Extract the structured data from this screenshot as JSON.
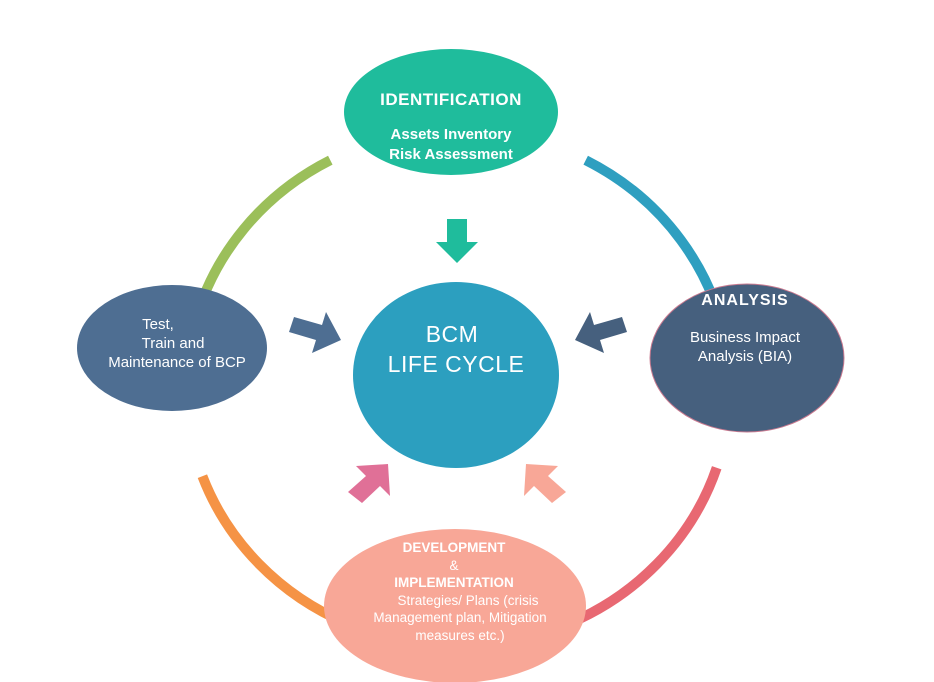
{
  "diagram": {
    "title": "BCM Life Cycle",
    "center": {
      "lines": [
        "BCM",
        "LIFE CYCLE"
      ],
      "color": "#2C9FBF"
    },
    "stages": {
      "identification": {
        "title": "IDENTIFICATION",
        "body": [
          "Assets Inventory",
          "Risk Assessment"
        ],
        "color": "#1FBC9C"
      },
      "analysis": {
        "title": "ANALYSIS",
        "body": [
          "Business Impact",
          "Analysis (BIA)"
        ],
        "color": "#46607E"
      },
      "development": {
        "title_lines": [
          "DEVELOPMENT",
          "&",
          "IMPLEMENTATION"
        ],
        "body": [
          "Strategies/ Plans (crisis",
          "Management plan, Mitigation",
          "measures etc.)"
        ],
        "color": "#F8A797"
      },
      "test": {
        "body": [
          "Test,",
          "Train and",
          "Maintenance of BCP"
        ],
        "color": "#4E6E92"
      }
    },
    "ring_segments": [
      {
        "name": "identification-to-analysis",
        "color": "#2E9FC0"
      },
      {
        "name": "analysis-to-development",
        "color": "#E86872"
      },
      {
        "name": "development-right-join",
        "color": "#A98FBE"
      },
      {
        "name": "development-left-join",
        "color": "#A98FBE"
      },
      {
        "name": "development-to-test",
        "color": "#F59345"
      },
      {
        "name": "test-to-identification",
        "color": "#9BBF5A"
      }
    ],
    "arrows": [
      {
        "name": "arrow-from-identification",
        "direction": "down",
        "color": "#1FBC9C"
      },
      {
        "name": "arrow-from-test",
        "direction": "down-right",
        "color": "#4E6E92"
      },
      {
        "name": "arrow-from-analysis",
        "direction": "down-left",
        "color": "#46607E"
      },
      {
        "name": "arrow-from-development-left",
        "direction": "up-right",
        "color": "#E07097"
      },
      {
        "name": "arrow-from-development-right",
        "direction": "up-left",
        "color": "#F8A797"
      }
    ]
  }
}
